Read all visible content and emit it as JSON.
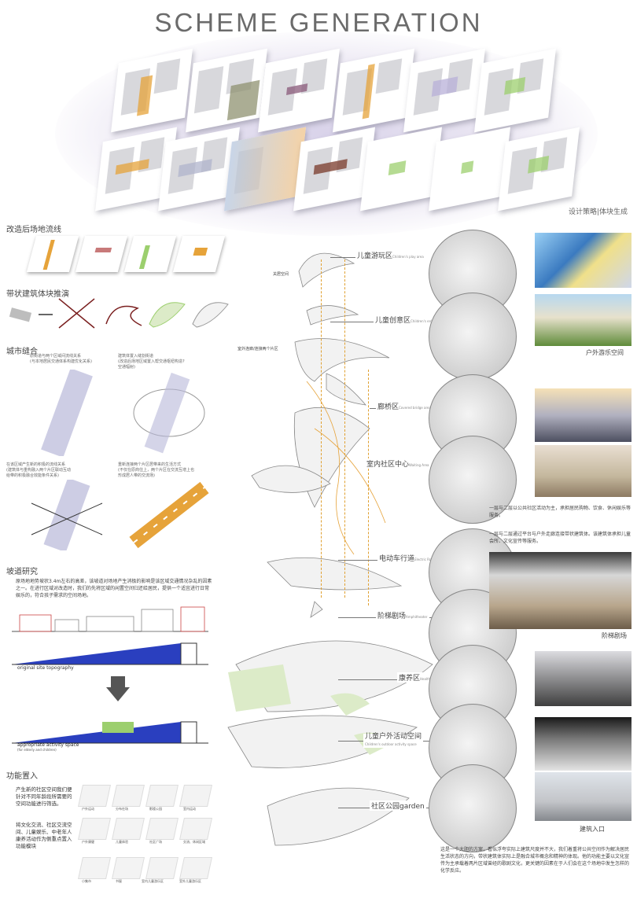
{
  "title": "SCHEME GENERATION",
  "caption_top": "设计策略|体块生成",
  "sections": {
    "flow": "改造后场地流线",
    "massing": "带状建筑体块推演",
    "seam": {
      "title": "城市缝合",
      "note1": "原街道与两个区域间流线关系\n(与本地居民交通体系构建优化关系)",
      "note2": "建筑体置入缝割街道\n(改造后场地区域置入帮交通枢纽构造?\n空通辐射)",
      "note3": "在该区域产生新的积极的流线关系\n(建筑体与重构融入两个片区联动互动\n给带的积极融合效能条件关系)",
      "note4": "重新连接两个片区居带来的生活方式\n(不仅在原商住上，两个片区在交流互增上也\n形成居人带的交流场)"
    },
    "slope": {
      "title": "坡道研究",
      "text": "原场地地势坡状3.4m左右的高差，该坡道对场地产生消极的影响是该区域交通情况杂乱的因素之一。在进行区域对改造时，我们的先将区域的闲置空间归还给居民，提供一个适宜进行日常娱乐的，符合孩子需求的空间场地。",
      "label1": "original site topography",
      "label2": "appropriate activity space",
      "label2_sub": "(for elderly and children)"
    },
    "function": {
      "title": "功能置入",
      "text1": "产生新的社区空间我们便针对不同年龄段所需要的空间功能进行筛选。",
      "text2": "将文化交流、社区交流空间、儿童娱乐、中老年人康养活动作为侧重点置入功能模块",
      "icons": [
        "户外运动",
        "分布在场",
        "影楼公园",
        "室内运动",
        "户外康健",
        "儿童体验",
        "社区广场",
        "交流、休闲区域",
        "小集市",
        "书屋",
        "室内儿童游乐区",
        "室外儿童游乐区"
      ]
    }
  },
  "zones": [
    {
      "cn": "儿童游玩区",
      "en": "Children's play area"
    },
    {
      "cn": "儿童创意区",
      "en": "Children's enlightenment zone"
    },
    {
      "cn": "廊桥区",
      "en": "Covered bridge area"
    },
    {
      "cn": "室内社区中心",
      "en": "Waiting Area"
    },
    {
      "cn": "电动车行道",
      "en": "Electric Roadway"
    },
    {
      "cn": "阶梯剧场",
      "en": "Amphitheater"
    },
    {
      "cn": "康养区",
      "en": "Health and fitness area"
    },
    {
      "cn": "儿童户外活动空间",
      "en": "Children's outdoor activity space"
    },
    {
      "cn": "社区公园garden",
      "en": ""
    }
  ],
  "small_labels": {
    "hub": "关居空间",
    "link": "室外连廊/连接两个片区"
  },
  "photo_captions": {
    "p2": "户外游乐空间",
    "p6": "阶梯剧场",
    "p9": "建筑入口"
  },
  "descriptions": {
    "d1": "一层与二层以公共社区活动为主，承担居民购物、饮食、休闲娱乐等服务。",
    "d2": "一层与二层通过平台与户外走廊连接带状建筑体。该建筑体承担儿童会所、文化宣传等服务。",
    "d3": "这是一个大胆的方案，看似浮夸实际上建筑尺度并不大，我们着重将公共空间作为解决居民生活状态的方向，带状建筑体实际上是融合城市概念和精神的体现。他的功能主要以文化宣传为主承载着两片区域曾经的歌剧文化，更关键的因素在于人们会在这个场地中发生怎样的化学反应。"
  },
  "colors": {
    "orange": "#e6a33a",
    "green": "#9ccf6e",
    "blue": "#2a3fbf",
    "purple": "#b8b0d8"
  }
}
